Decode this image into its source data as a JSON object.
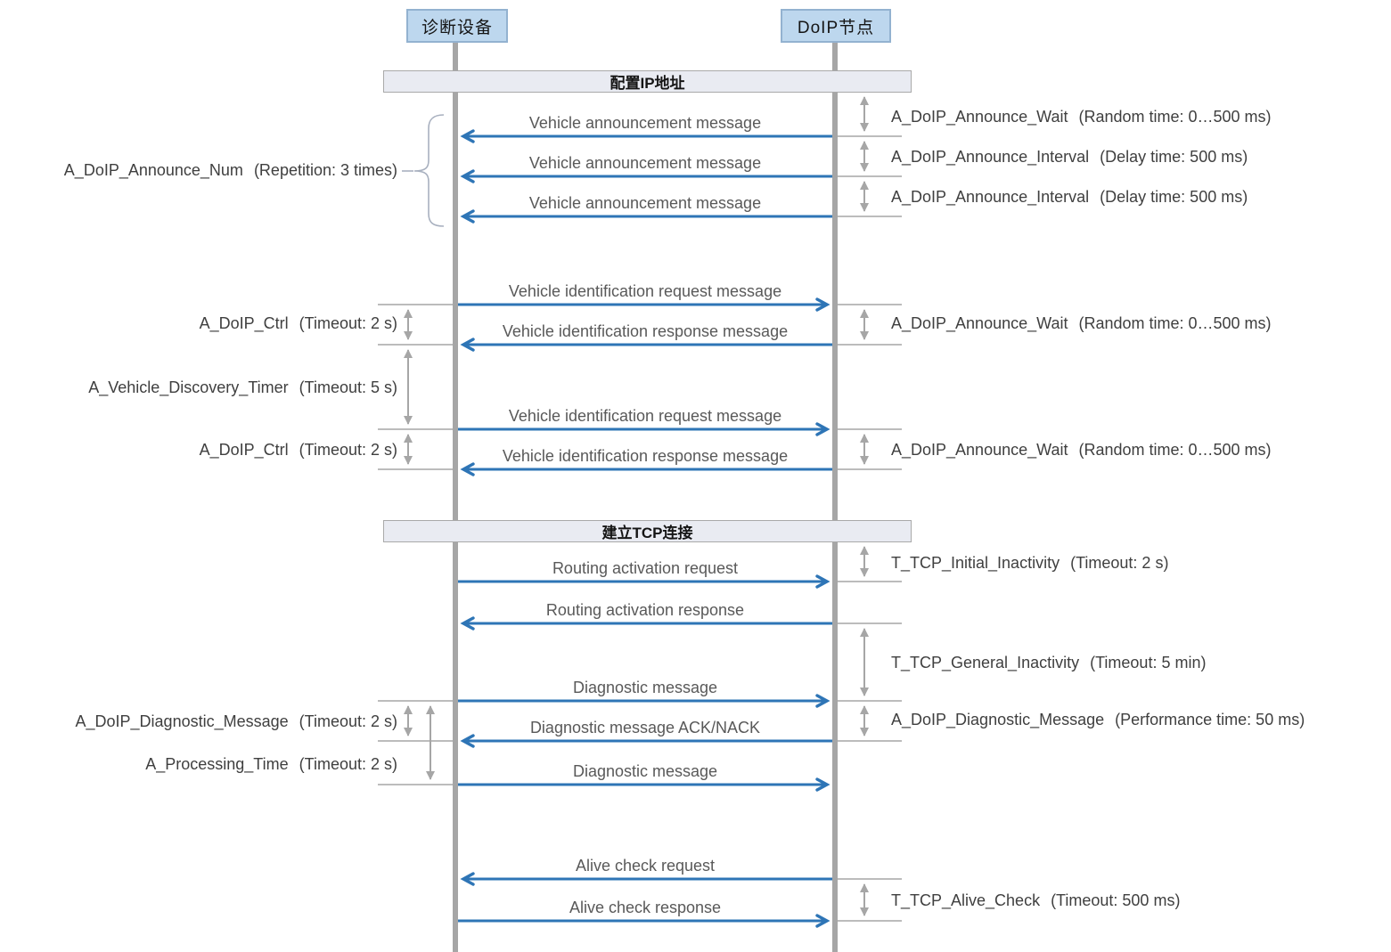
{
  "actors": {
    "left": "诊断设备",
    "right": "DoIP节点"
  },
  "banners": [
    {
      "label": "配置IP地址"
    },
    {
      "label": "建立TCP连接"
    }
  ],
  "messages": [
    {
      "label": "Vehicle announcement message",
      "direction": "right-to-left"
    },
    {
      "label": "Vehicle announcement message",
      "direction": "right-to-left"
    },
    {
      "label": "Vehicle announcement message",
      "direction": "right-to-left"
    },
    {
      "label": "Vehicle identification request message",
      "direction": "left-to-right"
    },
    {
      "label": "Vehicle identification response message",
      "direction": "right-to-left"
    },
    {
      "label": "Vehicle identification request message",
      "direction": "left-to-right"
    },
    {
      "label": "Vehicle identification response message",
      "direction": "right-to-left"
    },
    {
      "label": "Routing activation request",
      "direction": "left-to-right"
    },
    {
      "label": "Routing activation response",
      "direction": "right-to-left"
    },
    {
      "label": "Diagnostic message",
      "direction": "left-to-right"
    },
    {
      "label": "Diagnostic message ACK/NACK",
      "direction": "right-to-left"
    },
    {
      "label": "Diagnostic message",
      "direction": "left-to-right"
    },
    {
      "label": "Alive check request",
      "direction": "right-to-left"
    },
    {
      "label": "Alive check response",
      "direction": "left-to-right"
    }
  ],
  "left_annotations": [
    {
      "name": "A_DoIP_Announce_Num",
      "detail": "(Repetition: 3 times)"
    },
    {
      "name": "A_DoIP_Ctrl",
      "detail": "(Timeout: 2 s)"
    },
    {
      "name": "A_Vehicle_Discovery_Timer",
      "detail": "(Timeout: 5 s)"
    },
    {
      "name": "A_DoIP_Ctrl",
      "detail": "(Timeout: 2 s)"
    },
    {
      "name": "A_DoIP_Diagnostic_Message",
      "detail": "(Timeout: 2 s)"
    },
    {
      "name": "A_Processing_Time",
      "detail": "(Timeout: 2 s)"
    }
  ],
  "right_annotations": [
    {
      "name": "A_DoIP_Announce_Wait",
      "detail": "(Random time: 0…500 ms)"
    },
    {
      "name": "A_DoIP_Announce_Interval",
      "detail": "(Delay time: 500 ms)"
    },
    {
      "name": "A_DoIP_Announce_Interval",
      "detail": "(Delay time: 500 ms)"
    },
    {
      "name": "A_DoIP_Announce_Wait",
      "detail": "(Random time: 0…500 ms)"
    },
    {
      "name": "A_DoIP_Announce_Wait",
      "detail": "(Random time: 0…500 ms)"
    },
    {
      "name": "T_TCP_Initial_Inactivity",
      "detail": "(Timeout: 2 s)"
    },
    {
      "name": "T_TCP_General_Inactivity",
      "detail": "(Timeout: 5 min)"
    },
    {
      "name": "A_DoIP_Diagnostic_Message",
      "detail": "(Performance time: 50 ms)"
    },
    {
      "name": "T_TCP_Alive_Check",
      "detail": "(Timeout: 500 ms)"
    }
  ],
  "colors": {
    "message_arrow_blue": "#2E75B6",
    "lifeline_gray": "#A6A6A6",
    "actor_fill": "#BDD7EE",
    "actor_border": "#93B2D0",
    "banner_fill": "#E9EBF2",
    "brace_gray": "#A8B0BF"
  }
}
